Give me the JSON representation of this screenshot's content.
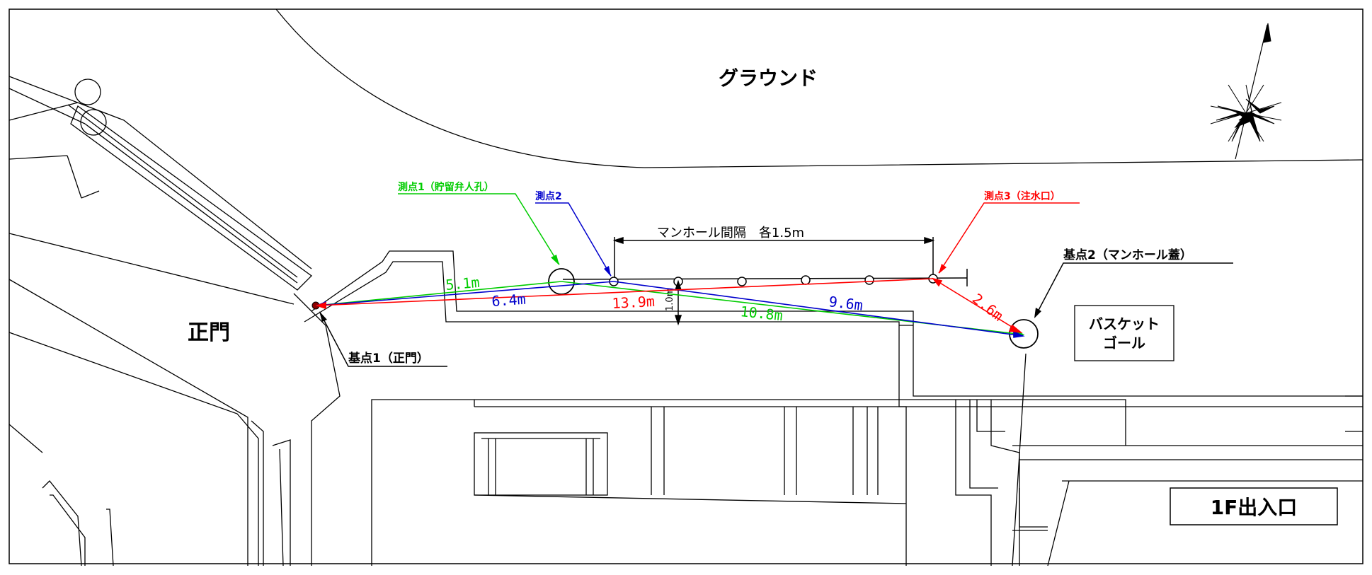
{
  "labels": {
    "ground": "グラウンド",
    "main_gate": "正門",
    "entrance": "1F出入口",
    "basket_goal_line1": "バスケット",
    "basket_goal_line2": "ゴール",
    "point1": "測点1（貯留弁人孔）",
    "point2": "測点2",
    "point3": "測点3（注水口）",
    "base1": "基点1（正門）",
    "base2": "基点2（マンホール蓋）",
    "manhole_spacing": "マンホール間隔　各1.5m",
    "offset": "1.0m"
  },
  "distances": {
    "d_5_1": "5.1m",
    "d_6_4": "6.4m",
    "d_13_9": "13.9m",
    "d_10_8": "10.8m",
    "d_9_6": "9.6m",
    "d_2_6": "2.6m"
  },
  "colors": {
    "point1": "#00cc00",
    "point2": "#0000cc",
    "point3": "#ff0000",
    "ink": "#000000"
  }
}
